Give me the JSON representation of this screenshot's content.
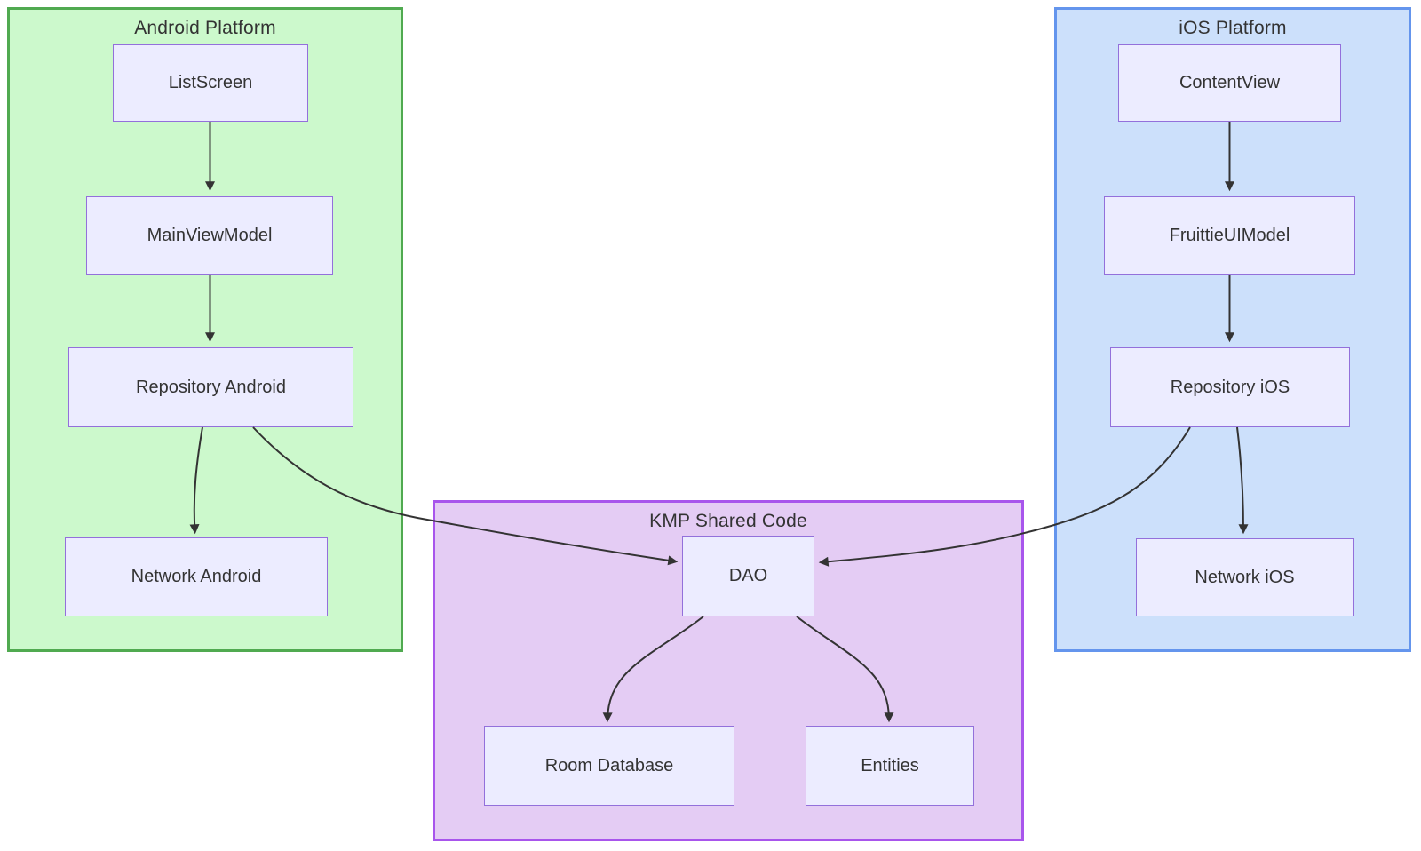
{
  "diagram": {
    "type": "flowchart",
    "background": "#ffffff",
    "text_color": "#333333",
    "edge_color": "#333333",
    "node_style": {
      "fill": "#ececff",
      "border": "#9370db"
    },
    "groups": [
      {
        "title": "Android Platform",
        "fill": "#ccf9cc",
        "border": "#50aa50",
        "nodes": [
          {
            "label": "ListScreen"
          },
          {
            "label": "MainViewModel"
          },
          {
            "label": "Repository Android"
          },
          {
            "label": "Network Android"
          }
        ]
      },
      {
        "title": "iOS Platform",
        "fill": "#cce0fb",
        "border": "#6495ed",
        "nodes": [
          {
            "label": "ContentView"
          },
          {
            "label": "FruittieUIModel"
          },
          {
            "label": "Repository iOS"
          },
          {
            "label": "Network iOS"
          }
        ]
      },
      {
        "title": "KMP Shared Code",
        "fill": "#e4ccf4",
        "border": "#a855ec",
        "nodes": [
          {
            "label": "DAO"
          },
          {
            "label": "Room Database"
          },
          {
            "label": "Entities"
          }
        ]
      }
    ],
    "edges": [
      {
        "from": "ListScreen",
        "to": "MainViewModel"
      },
      {
        "from": "MainViewModel",
        "to": "Repository Android"
      },
      {
        "from": "Repository Android",
        "to": "Network Android"
      },
      {
        "from": "Repository Android",
        "to": "DAO"
      },
      {
        "from": "ContentView",
        "to": "FruittieUIModel"
      },
      {
        "from": "FruittieUIModel",
        "to": "Repository iOS"
      },
      {
        "from": "Repository iOS",
        "to": "Network iOS"
      },
      {
        "from": "Repository iOS",
        "to": "DAO"
      },
      {
        "from": "DAO",
        "to": "Room Database"
      },
      {
        "from": "DAO",
        "to": "Entities"
      }
    ]
  }
}
